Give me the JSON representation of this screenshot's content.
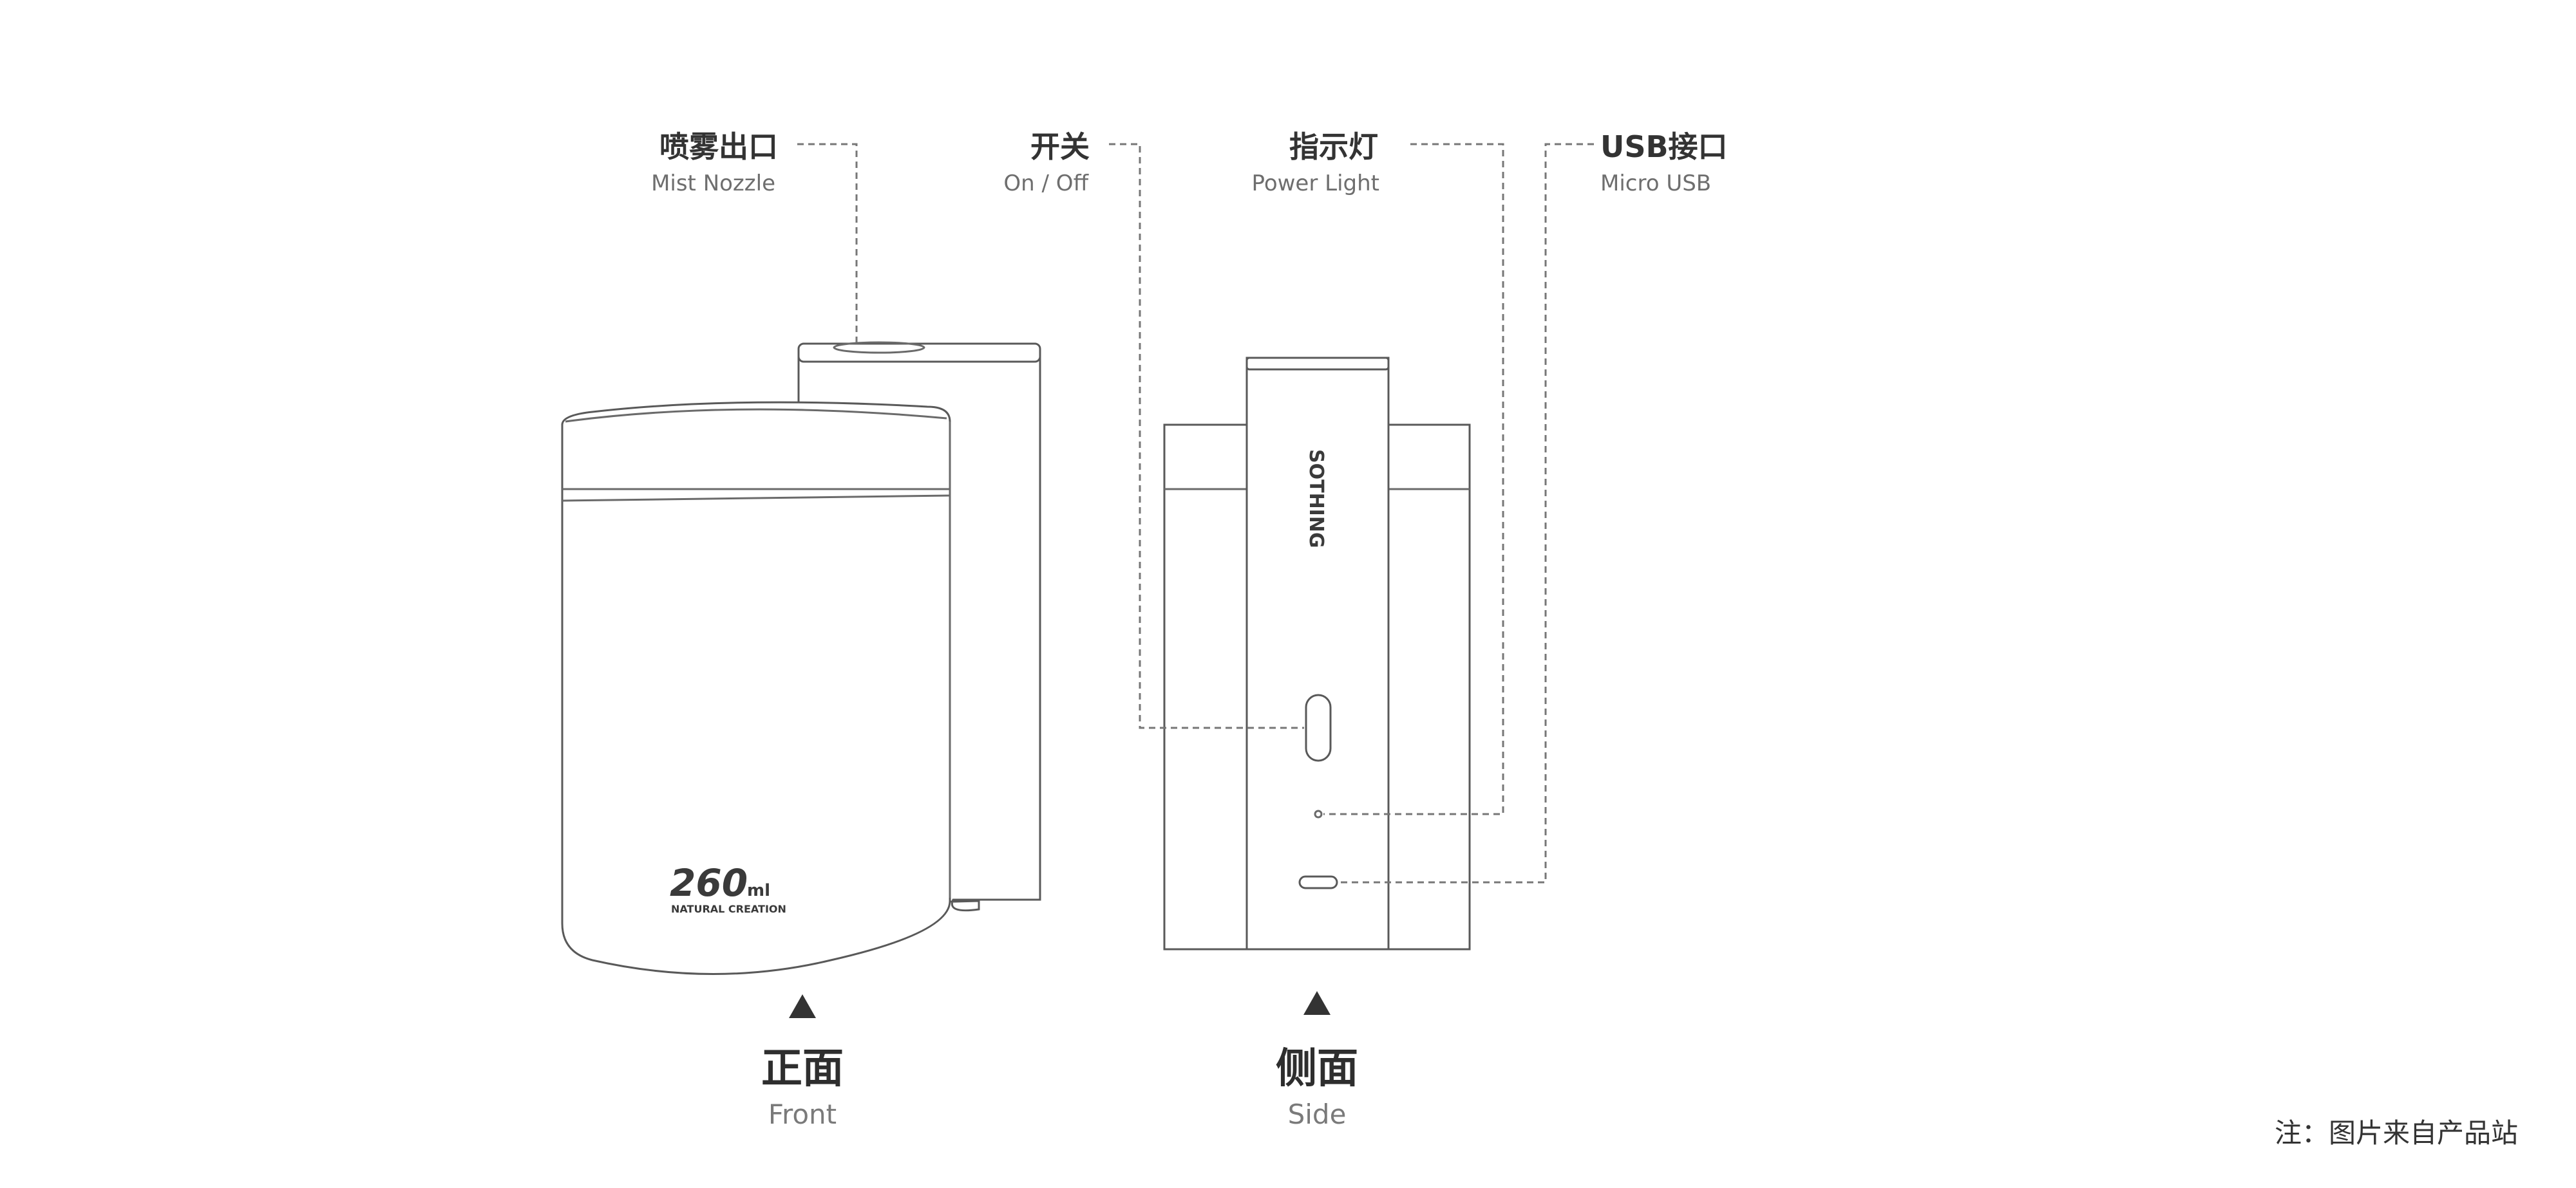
{
  "callouts": {
    "mist_nozzle": {
      "cn": "喷雾出口",
      "en": "Mist Nozzle"
    },
    "switch": {
      "cn": "开关",
      "en": "On / Off"
    },
    "power_light": {
      "cn": "指示灯",
      "en": "Power Light"
    },
    "usb": {
      "cn": "USB接口",
      "en": "Micro USB"
    }
  },
  "views": {
    "front": {
      "cn": "正面",
      "en": "Front"
    },
    "side": {
      "cn": "侧面",
      "en": "Side"
    }
  },
  "device": {
    "capacity": "260",
    "capacity_unit": "ml",
    "tagline": "NATURAL CREATION",
    "brand": "SOTHING"
  },
  "marker_icon": "triangle-up",
  "note": "注：图片来自产品站"
}
